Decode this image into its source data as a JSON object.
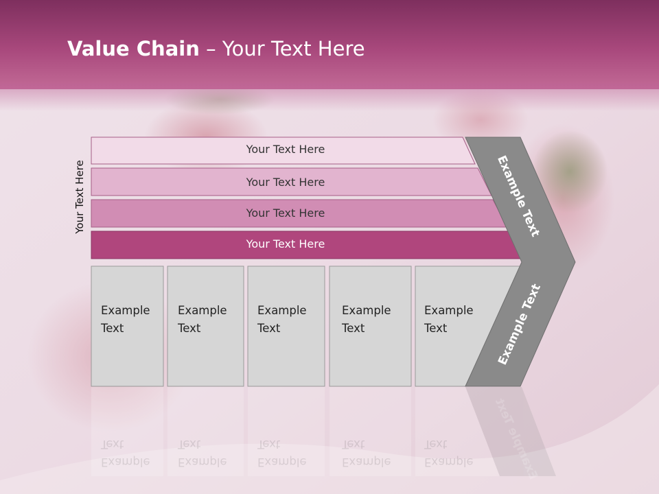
{
  "title": {
    "bold": "Value Chain",
    "rest": " – Your Text Here"
  },
  "side_label": "Your Text Here",
  "bars": [
    {
      "label": "Your Text Here",
      "color": "#f2dbe8"
    },
    {
      "label": "Your Text Here",
      "color": "#e2b4cf"
    },
    {
      "label": "Your Text Here",
      "color": "#d18db4"
    },
    {
      "label": "Your Text Here",
      "color": "#b0467d"
    }
  ],
  "boxes": [
    {
      "line1": "Example",
      "line2": "Text"
    },
    {
      "line1": "Example",
      "line2": "Text"
    },
    {
      "line1": "Example",
      "line2": "Text"
    },
    {
      "line1": "Example",
      "line2": "Text"
    },
    {
      "line1": "Example",
      "line2": "Text"
    }
  ],
  "chevron": {
    "upper": "Example Text",
    "lower": "Example Text",
    "color": "#8a8a8a"
  },
  "colors": {
    "header": "#a8487c",
    "box_fill": "#d6d6d6"
  }
}
